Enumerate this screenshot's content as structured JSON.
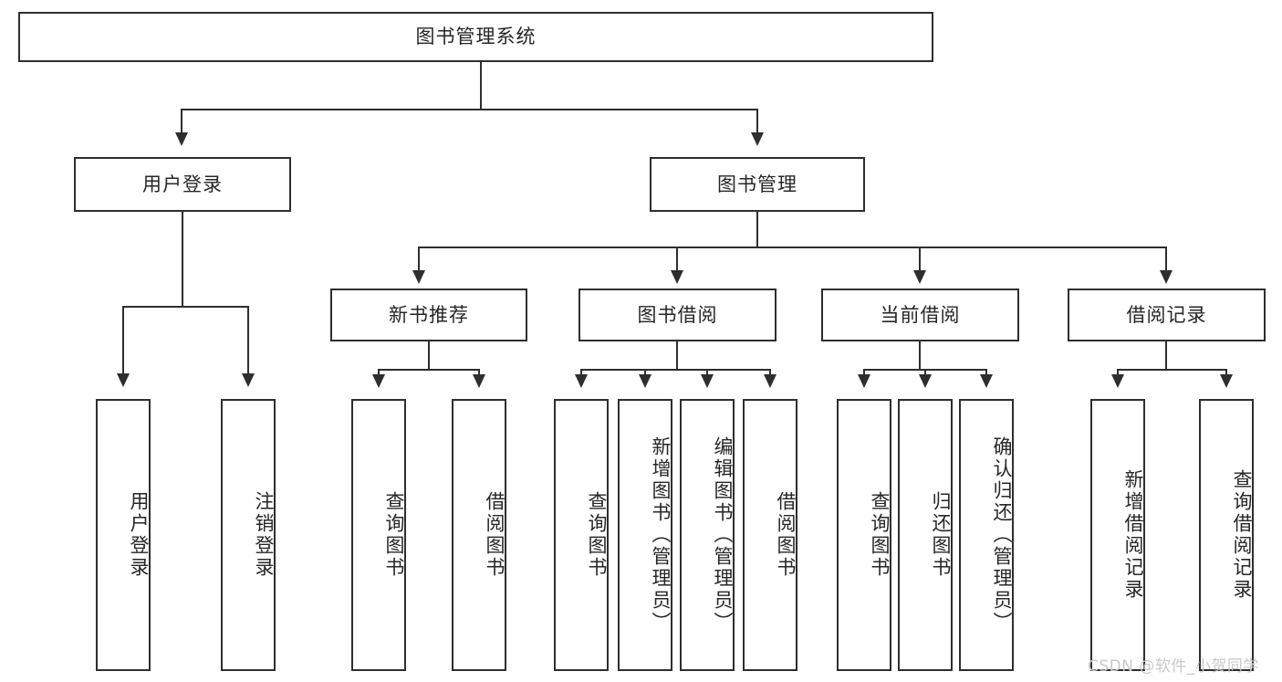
{
  "diagram": {
    "title": "图书管理系统",
    "type": "tree-hierarchy",
    "watermark": "CSDN @软件_小贺同学",
    "colors": {
      "stroke": "#2e2e2e",
      "text": "#262626",
      "background": "#ffffff",
      "watermark": "#c9c9c9"
    },
    "nodes": {
      "root": "图书管理系统",
      "level1": {
        "user_login": "用户登录",
        "book_manage": "图书管理"
      },
      "level2": {
        "new_book_recommend": "新书推荐",
        "book_borrow": "图书借阅",
        "current_borrow": "当前借阅",
        "borrow_record": "借阅记录"
      },
      "leaves": {
        "user_login_1": "用户登录",
        "user_login_2": "注销登录",
        "recommend_1": "查询图书",
        "recommend_2": "借阅图书",
        "borrow_1": "查询图书",
        "borrow_2": "新增图书（管理员）",
        "borrow_3": "编辑图书（管理员）",
        "borrow_4": "借阅图书",
        "current_1": "查询图书",
        "current_2": "归还图书",
        "current_3": "确认归还（管理员）",
        "record_1": "新增借阅记录",
        "record_2": "查询借阅记录"
      }
    }
  }
}
